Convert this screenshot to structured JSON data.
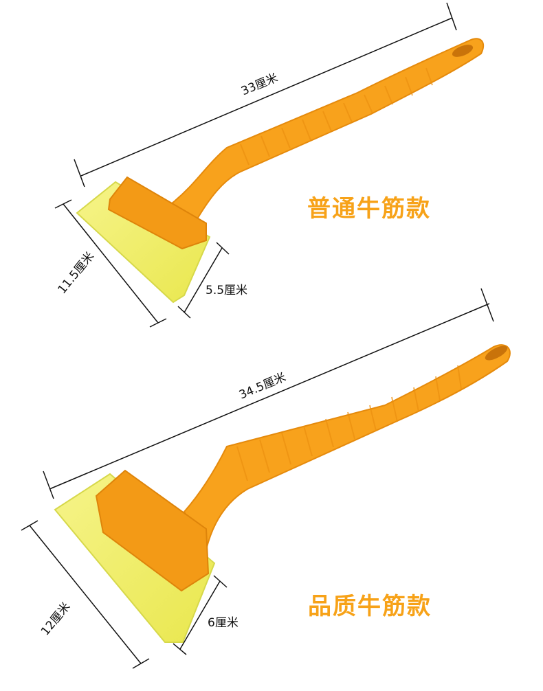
{
  "products": {
    "top": {
      "title": "普通牛筋款",
      "length_label": "33厘米",
      "blade_width_label": "11.5厘米",
      "blade_height_label": "5.5厘米"
    },
    "bottom": {
      "title": "品质牛筋款",
      "length_label": "34.5厘米",
      "blade_width_label": "12厘米",
      "blade_height_label": "6厘米"
    }
  },
  "colors": {
    "handle": "#f8a21c",
    "handle_dark": "#e58a0c",
    "blade_clamp": "#f39a16",
    "blade": "#f2f06a",
    "blade_edge": "#d6d84a",
    "title": "#f7a218",
    "dimension_line": "#111111"
  }
}
